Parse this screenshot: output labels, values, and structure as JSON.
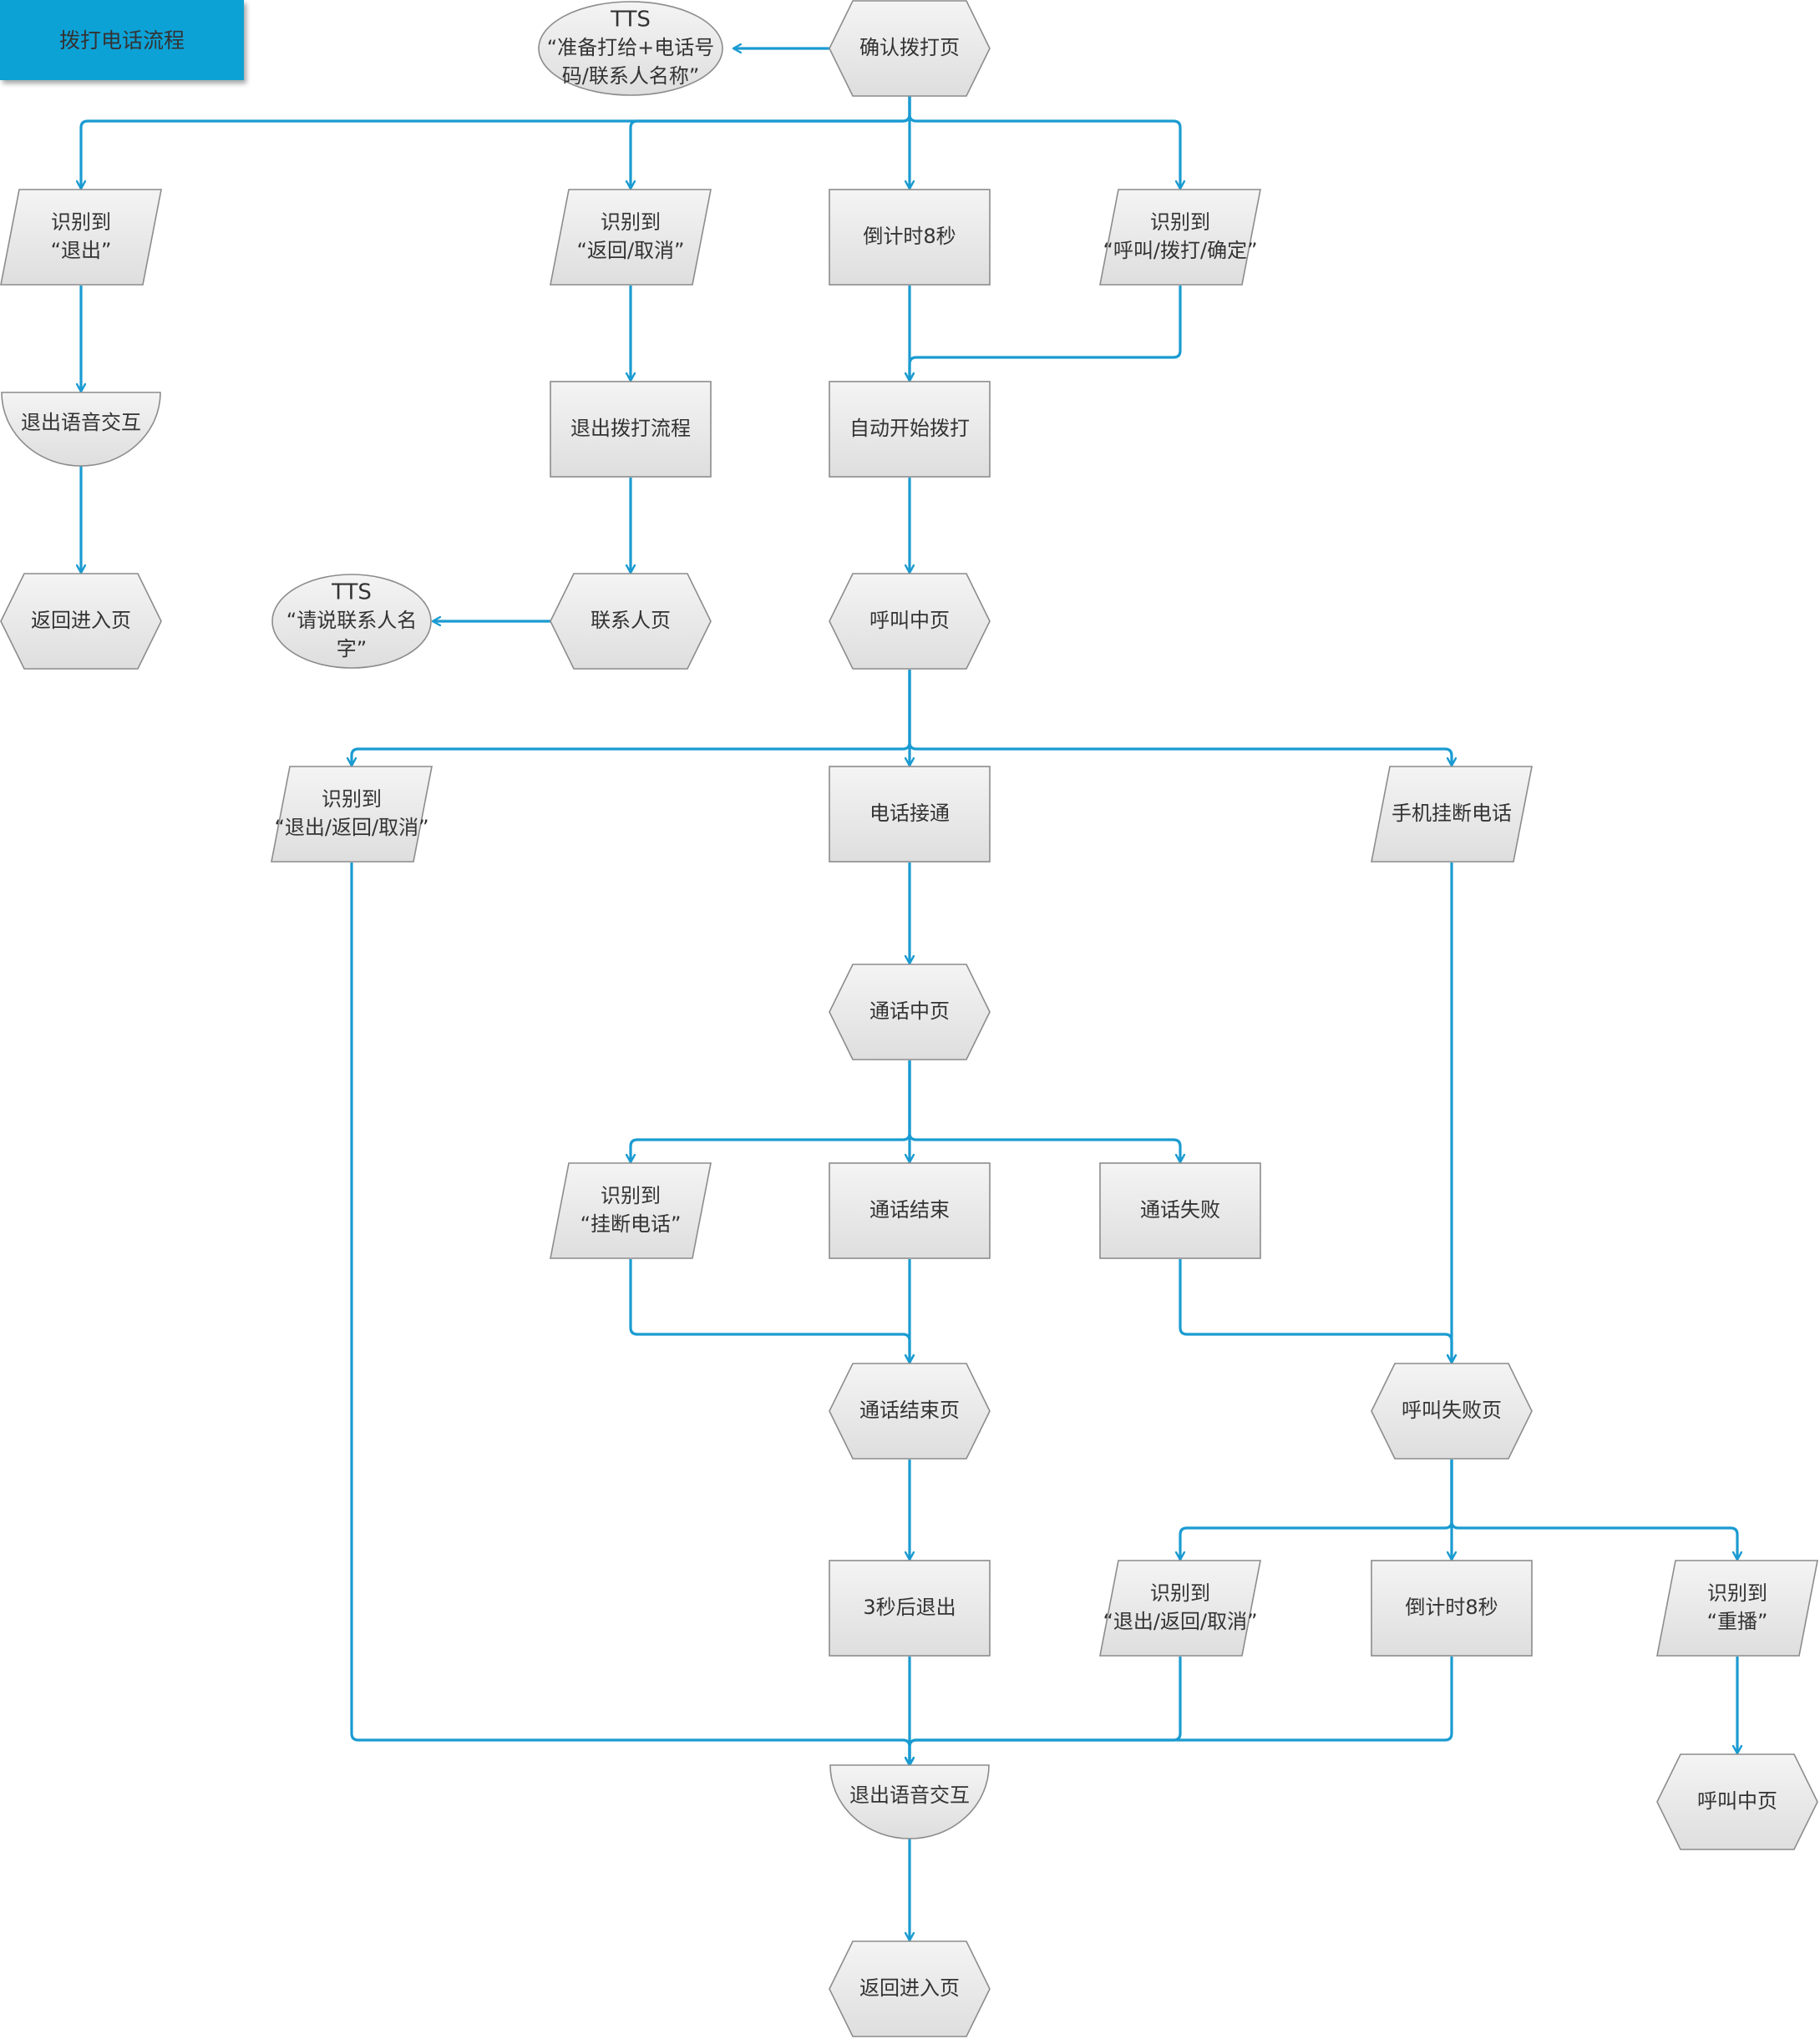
{
  "title": "拨打电话流程",
  "colors": {
    "line": "#1a9bd1",
    "title_bg": "#0aa2d6",
    "title_text": "#ffffff",
    "node_fill_top": "#f4f4f4",
    "node_fill_bottom": "#dedede",
    "node_stroke": "#8c8c8c",
    "text": "#333333"
  },
  "nodes": {
    "tts1": {
      "shape": "ellipse",
      "lines": [
        "TTS",
        "“准备打给+电话号",
        "码/联系人名称”"
      ]
    },
    "confirm": {
      "shape": "hexagon",
      "lines": [
        "确认拨打页"
      ]
    },
    "rec_exit": {
      "shape": "parallelogram",
      "lines": [
        "识别到",
        "“退出”"
      ]
    },
    "rec_back_cancel": {
      "shape": "parallelogram",
      "lines": [
        "识别到",
        "“返回/取消”"
      ]
    },
    "countdown1": {
      "shape": "rectangle",
      "lines": [
        "倒计时8秒"
      ]
    },
    "rec_call": {
      "shape": "parallelogram",
      "lines": [
        "识别到",
        "“呼叫/拨打/确定”"
      ]
    },
    "exit_voice1": {
      "shape": "half-circle",
      "lines": [
        "退出语音交互"
      ]
    },
    "exit_dial": {
      "shape": "rectangle",
      "lines": [
        "退出拨打流程"
      ]
    },
    "auto_dial": {
      "shape": "rectangle",
      "lines": [
        "自动开始拨打"
      ]
    },
    "return1": {
      "shape": "hexagon",
      "lines": [
        "返回进入页"
      ]
    },
    "tts2": {
      "shape": "ellipse",
      "lines": [
        "TTS",
        "“请说联系人名",
        "字”"
      ]
    },
    "contacts": {
      "shape": "hexagon",
      "lines": [
        "联系人页"
      ]
    },
    "calling1": {
      "shape": "hexagon",
      "lines": [
        "呼叫中页"
      ]
    },
    "rec_exit_back_cancel1": {
      "shape": "parallelogram",
      "lines": [
        "识别到",
        "“退出/返回/取消”"
      ]
    },
    "connected": {
      "shape": "rectangle",
      "lines": [
        "电话接通"
      ]
    },
    "phone_hangup": {
      "shape": "parallelogram",
      "lines": [
        "手机挂断电话"
      ]
    },
    "in_call": {
      "shape": "hexagon",
      "lines": [
        "通话中页"
      ]
    },
    "rec_hangup": {
      "shape": "parallelogram",
      "lines": [
        "识别到",
        "“挂断电话”"
      ]
    },
    "call_end": {
      "shape": "rectangle",
      "lines": [
        "通话结束"
      ]
    },
    "call_fail": {
      "shape": "rectangle",
      "lines": [
        "通话失败"
      ]
    },
    "call_end_page": {
      "shape": "hexagon",
      "lines": [
        "通话结束页"
      ]
    },
    "call_fail_page": {
      "shape": "hexagon",
      "lines": [
        "呼叫失败页"
      ]
    },
    "exit_3s": {
      "shape": "rectangle",
      "lines": [
        "3秒后退出"
      ]
    },
    "rec_exit_back_cancel2": {
      "shape": "parallelogram",
      "lines": [
        "识别到",
        "“退出/返回/取消”"
      ]
    },
    "countdown2": {
      "shape": "rectangle",
      "lines": [
        "倒计时8秒"
      ]
    },
    "rec_redial": {
      "shape": "parallelogram",
      "lines": [
        "识别到",
        "“重播”"
      ]
    },
    "exit_voice2": {
      "shape": "half-circle",
      "lines": [
        "退出语音交互"
      ]
    },
    "calling2": {
      "shape": "hexagon",
      "lines": [
        "呼叫中页"
      ]
    },
    "return2": {
      "shape": "hexagon",
      "lines": [
        "返回进入页"
      ]
    }
  },
  "edges": [
    [
      "confirm",
      "tts1"
    ],
    [
      "confirm",
      "rec_exit"
    ],
    [
      "confirm",
      "rec_back_cancel"
    ],
    [
      "confirm",
      "countdown1"
    ],
    [
      "confirm",
      "rec_call"
    ],
    [
      "rec_exit",
      "exit_voice1"
    ],
    [
      "exit_voice1",
      "return1"
    ],
    [
      "rec_back_cancel",
      "exit_dial"
    ],
    [
      "exit_dial",
      "contacts"
    ],
    [
      "contacts",
      "tts2"
    ],
    [
      "countdown1",
      "auto_dial"
    ],
    [
      "rec_call",
      "auto_dial"
    ],
    [
      "auto_dial",
      "calling1"
    ],
    [
      "calling1",
      "rec_exit_back_cancel1"
    ],
    [
      "calling1",
      "connected"
    ],
    [
      "calling1",
      "phone_hangup"
    ],
    [
      "connected",
      "in_call"
    ],
    [
      "in_call",
      "rec_hangup"
    ],
    [
      "in_call",
      "call_end"
    ],
    [
      "in_call",
      "call_fail"
    ],
    [
      "rec_hangup",
      "call_end_page"
    ],
    [
      "call_end",
      "call_end_page"
    ],
    [
      "call_fail",
      "call_fail_page"
    ],
    [
      "phone_hangup",
      "call_fail_page"
    ],
    [
      "call_end_page",
      "exit_3s"
    ],
    [
      "call_fail_page",
      "rec_exit_back_cancel2"
    ],
    [
      "call_fail_page",
      "countdown2"
    ],
    [
      "call_fail_page",
      "rec_redial"
    ],
    [
      "rec_redial",
      "calling2"
    ],
    [
      "exit_3s",
      "exit_voice2"
    ],
    [
      "rec_exit_back_cancel1",
      "exit_voice2"
    ],
    [
      "rec_exit_back_cancel2",
      "exit_voice2"
    ],
    [
      "countdown2",
      "exit_voice2"
    ],
    [
      "exit_voice2",
      "return2"
    ]
  ]
}
